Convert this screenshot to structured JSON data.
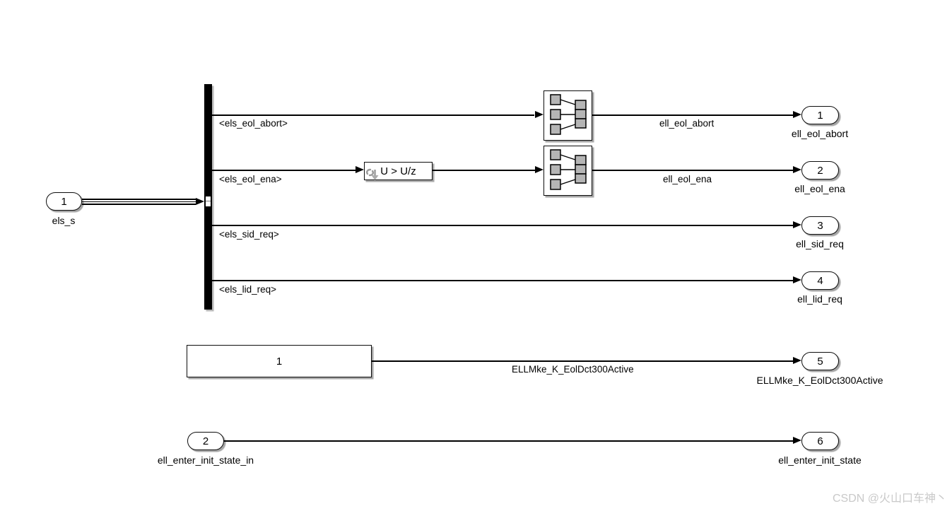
{
  "diagram": {
    "inports": [
      {
        "number": "1",
        "label": "els_s"
      },
      {
        "number": "2",
        "label": "ell_enter_init_state_in"
      }
    ],
    "bus_selector": {
      "signals": [
        "<els_eol_abort>",
        "<els_eol_ena>",
        "<els_sid_req>",
        "<els_lid_req>"
      ]
    },
    "detect_block": {
      "label": "U > U/z"
    },
    "constant_block": {
      "value": "1"
    },
    "wire_labels": [
      "ell_eol_abort",
      "ell_eol_ena",
      "ELLMke_K_EolDct300Active"
    ],
    "outports": [
      {
        "number": "1",
        "label": "ell_eol_abort"
      },
      {
        "number": "2",
        "label": "ell_eol_ena"
      },
      {
        "number": "3",
        "label": "ell_sid_req"
      },
      {
        "number": "4",
        "label": "ell_lid_req"
      },
      {
        "number": "5",
        "label": "ELLMke_K_EolDct300Active"
      },
      {
        "number": "6",
        "label": "ell_enter_init_state"
      }
    ],
    "watermark": "CSDN @火山口车神丶",
    "colors": {
      "block_fill": "#ffffff",
      "line": "#000000",
      "icon_square_fill": "#b5b5b5",
      "watermark": "#c9c9c9"
    }
  }
}
